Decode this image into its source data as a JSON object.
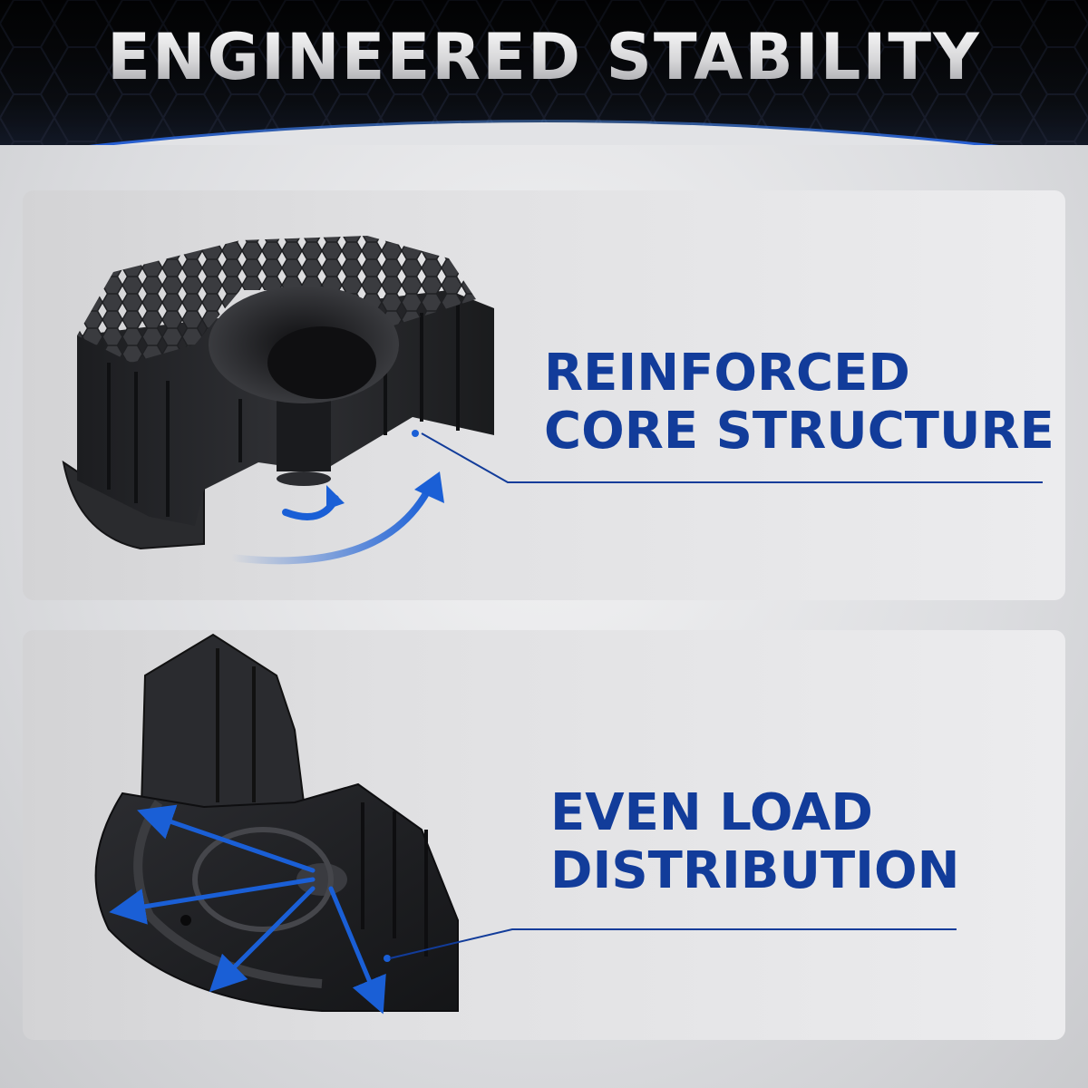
{
  "header": {
    "title": "ENGINEERED STABILITY"
  },
  "features": [
    {
      "line1": "REINFORCED",
      "line2": "CORE STRUCTURE",
      "icon": "reinforced-core-illustration"
    },
    {
      "line1": "EVEN LOAD",
      "line2": "DISTRIBUTION",
      "icon": "load-distribution-illustration"
    }
  ],
  "colors": {
    "accent_blue": "#123c9a",
    "arrow_blue": "#1a5fd6",
    "header_bg": "#0a0c10",
    "part_black": "#2a2b2e"
  }
}
